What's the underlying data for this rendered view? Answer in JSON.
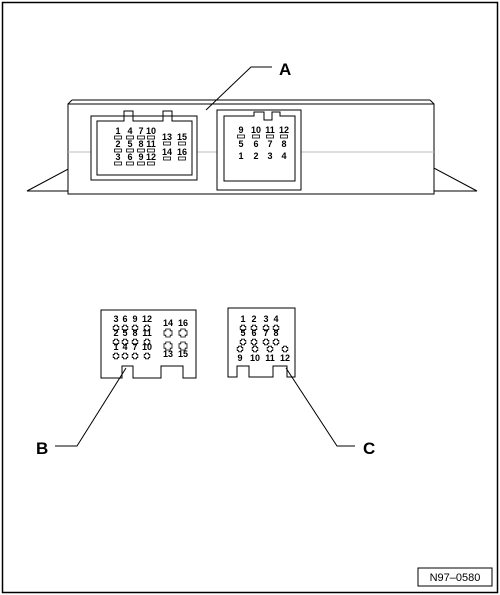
{
  "callouts": {
    "a": "A",
    "b": "B",
    "c": "C"
  },
  "figure_id": "N97–0580",
  "control_unit_plug_left": {
    "rows": [
      [
        "1",
        "4",
        "7",
        "10"
      ],
      [
        "2",
        "5",
        "8",
        "11"
      ],
      [
        "3",
        "6",
        "9",
        "12"
      ]
    ],
    "extra": [
      "13",
      "15",
      "14",
      "16"
    ]
  },
  "control_unit_plug_right": {
    "rows": [
      [
        "9",
        "10",
        "11",
        "12"
      ],
      [
        "5",
        "6",
        "7",
        "8"
      ],
      [
        "1",
        "2",
        "3",
        "4"
      ]
    ]
  },
  "connector_b": {
    "rows": [
      [
        "3",
        "6",
        "9",
        "12"
      ],
      [
        "2",
        "5",
        "8",
        "11"
      ],
      [
        "1",
        "4",
        "7",
        "10"
      ]
    ],
    "extra": [
      "14",
      "16",
      "13",
      "15"
    ]
  },
  "connector_c": {
    "rows": [
      [
        "1",
        "2",
        "3",
        "4"
      ],
      [
        "5",
        "6",
        "7",
        "8"
      ],
      [
        "9",
        "10",
        "11",
        "12"
      ]
    ]
  }
}
